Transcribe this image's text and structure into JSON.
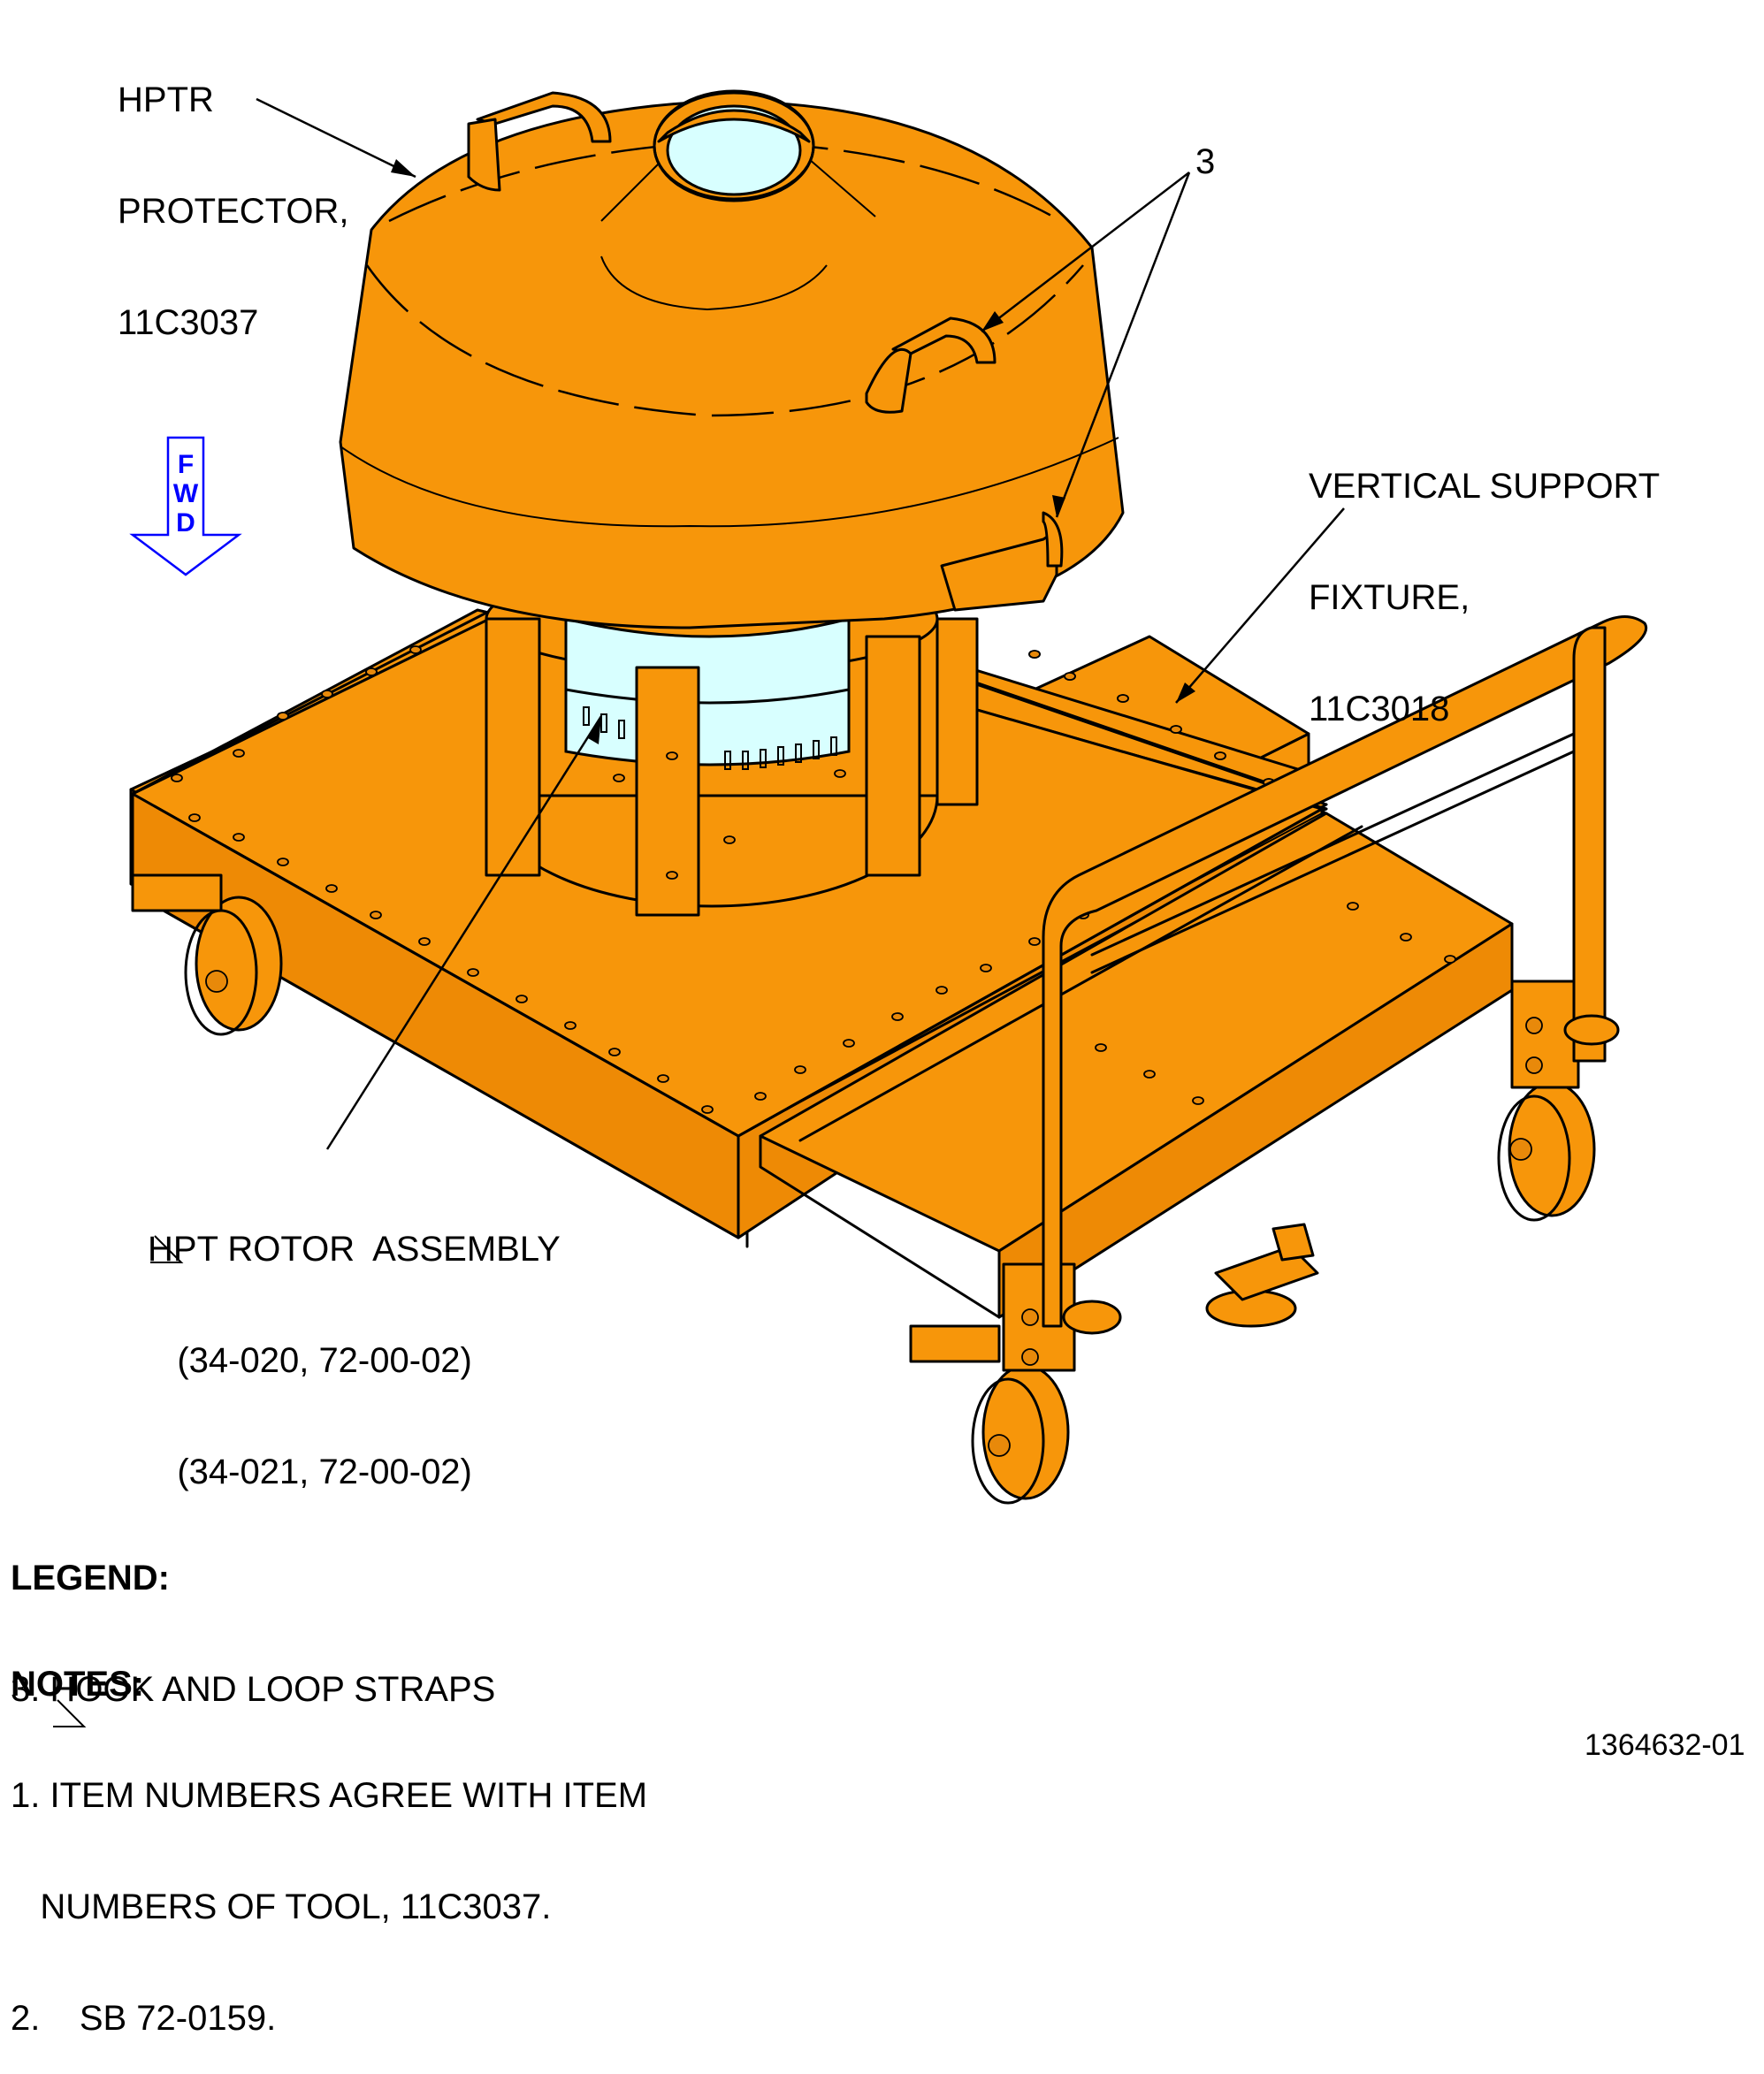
{
  "callouts": {
    "hptr_protector": [
      "HPTR",
      "PROTECTOR,",
      "11C3037"
    ],
    "item_number": "3",
    "vertical_support": [
      "VERTICAL SUPPORT",
      "FIXTURE,",
      "11C3018"
    ],
    "hpt_rotor": [
      "HPT ROTOR  ASSEMBLY",
      "   (34-020, 72-00-02)",
      "   (34-021, 72-00-02)"
    ]
  },
  "fwd_arrow": {
    "letters": [
      "F",
      "W",
      "D"
    ],
    "color": "#0000ff"
  },
  "legend": {
    "heading": "LEGEND:",
    "items": [
      "3. HOOK AND LOOP STRAPS"
    ]
  },
  "notes": {
    "heading": "NOTES:",
    "items": [
      "1. ITEM NUMBERS AGREE WITH ITEM",
      "   NUMBERS OF TOOL, 11C3037.",
      "2.    SB 72-0159."
    ]
  },
  "figure_id": "1364632-01",
  "colors": {
    "part_fill": "#f7960a",
    "rotor_fill": "#d8ffff",
    "fwd_arrow": "#0000ff"
  }
}
